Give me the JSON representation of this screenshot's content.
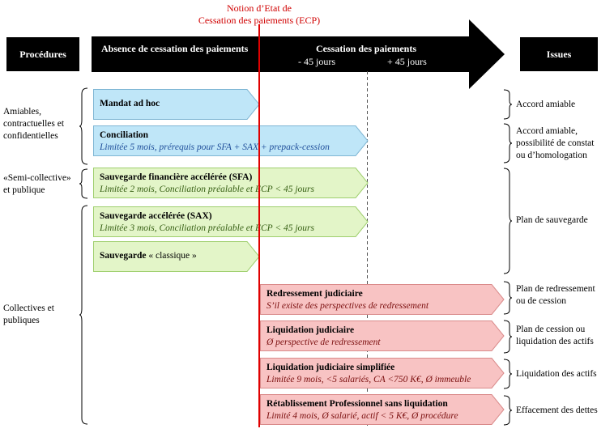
{
  "ecp": {
    "line1": "Notion d’Etat de",
    "line2": "Cessation des paiements (ECP)"
  },
  "header": {
    "procedures": "Procédures",
    "absence": "Absence de cessation des paiements",
    "cessation": "Cessation des paiements",
    "minus45": "- 45 jours",
    "plus45": "+ 45 jours",
    "issues": "Issues"
  },
  "categories": {
    "amiables": [
      "Amiables,",
      "contractuelles et",
      "confidentielles"
    ],
    "semi": [
      "«Semi-collective»",
      "et publique"
    ],
    "collectives": [
      "Collectives et",
      "publiques"
    ]
  },
  "procedures": {
    "mandat": {
      "title": "Mandat ad hoc",
      "sub": ""
    },
    "conciliation": {
      "title": "Conciliation",
      "sub": "Limitée 5 mois, prérequis pour SFA + SAX + prepack-cession"
    },
    "sfa": {
      "title": "Sauvegarde financière accélérée (SFA)",
      "sub": "Limitée 2 mois, Conciliation préalable et ECP < 45 jours"
    },
    "sax": {
      "title": "Sauvegarde accélérée (SAX)",
      "sub": "Limitée 3 mois, Conciliation préalable et ECP < 45 jours"
    },
    "classique": {
      "title": "Sauvegarde",
      "title_rest": " « classique »"
    },
    "redressement": {
      "title": "Redressement judiciaire",
      "sub": "S’il existe des perspectives de redressement"
    },
    "liquidation": {
      "title": "Liquidation judiciaire",
      "sub": "Ø perspective de redressement"
    },
    "liquidation_simplifiee": {
      "title": "Liquidation judiciaire simplifiée",
      "sub": "Limitée 9 mois,  <5 salariés, CA <750 K€, Ø immeuble"
    },
    "retablissement": {
      "title": "Rétablissement Professionnel sans liquidation",
      "sub": "Limité 4 mois,  Ø salarié, actif < 5 K€, Ø procédure"
    }
  },
  "issues": {
    "accord_amiable": [
      "Accord amiable"
    ],
    "accord_constat": [
      "Accord amiable,",
      "possibilité de constat",
      "ou d’homologation"
    ],
    "plan_sauvegarde": [
      "Plan de sauvegarde"
    ],
    "plan_redressement": [
      "Plan de redressement",
      "ou de cession"
    ],
    "plan_cession": [
      "Plan de cession ou",
      "liquidation des actifs"
    ],
    "liquidation_actifs": [
      "Liquidation des actifs"
    ],
    "effacement": [
      "Effacement des dettes"
    ]
  },
  "colors": {
    "blue": "#bfe6f8",
    "green": "#e3f5c8",
    "red": "#f8c3c3",
    "ecp_line": "#e00000",
    "header": "#000000"
  }
}
